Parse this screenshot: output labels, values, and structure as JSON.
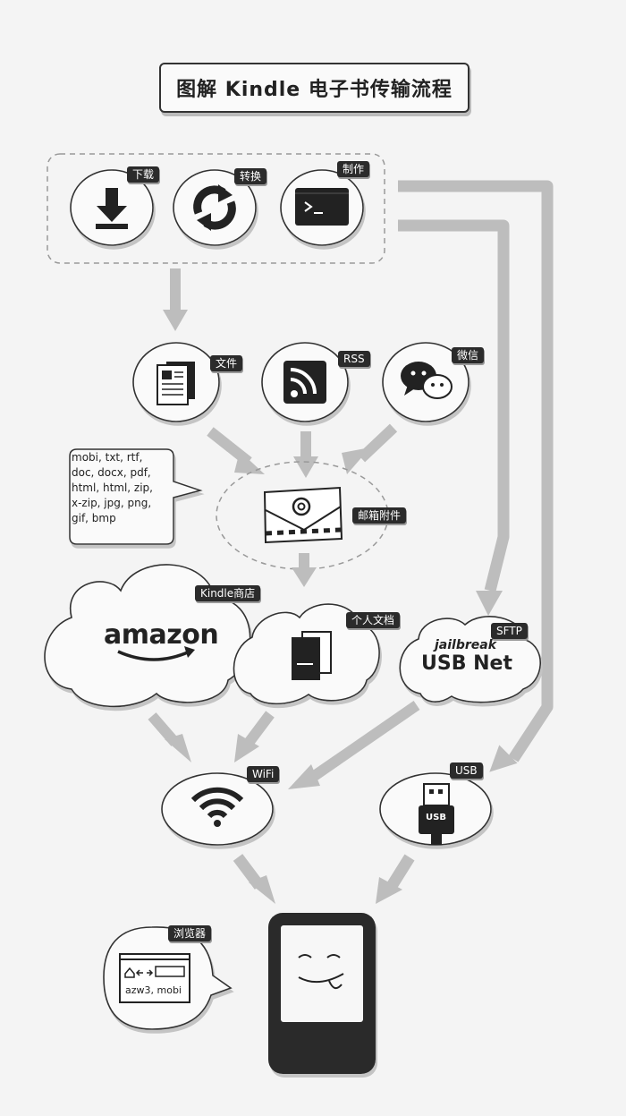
{
  "title": "图解 Kindle 电子书传输流程",
  "labels": {
    "download": "下载",
    "convert": "转换",
    "make": "制作",
    "file": "文件",
    "rss": "RSS",
    "wechat": "微信",
    "email": "邮箱附件",
    "kindle_store": "Kindle商店",
    "personal_docs": "个人文档",
    "sftp": "SFTP",
    "wifi": "WiFi",
    "usb": "USB",
    "browser": "浏览器"
  },
  "formats": {
    "line1": "mobi, txt, rtf,",
    "line2": "doc, docx, pdf,",
    "line3": "html, html, zip,",
    "line4": "x-zip, jpg, png,",
    "line5": "gif, bmp"
  },
  "brands": {
    "amazon": "amazon",
    "jailbreak": "jailbreak",
    "usbnet": "USB Net",
    "usb_plug": "USB",
    "browser_formats": "azw3, mobi"
  },
  "icons": {
    "download": "download-icon",
    "convert": "sync-icon",
    "make": "terminal-icon",
    "file": "document-icon",
    "rss": "rss-icon",
    "wechat": "wechat-icon",
    "email": "email-at-icon",
    "personal_docs": "books-icon",
    "wifi": "wifi-icon",
    "usb": "usb-plug-icon",
    "browser": "browser-window-icon",
    "kindle": "kindle-device-icon"
  },
  "colors": {
    "arrow": "#bdbdbd",
    "ink": "#222222",
    "bubble": "#fafafa",
    "label_bg": "#2b2b2b"
  }
}
